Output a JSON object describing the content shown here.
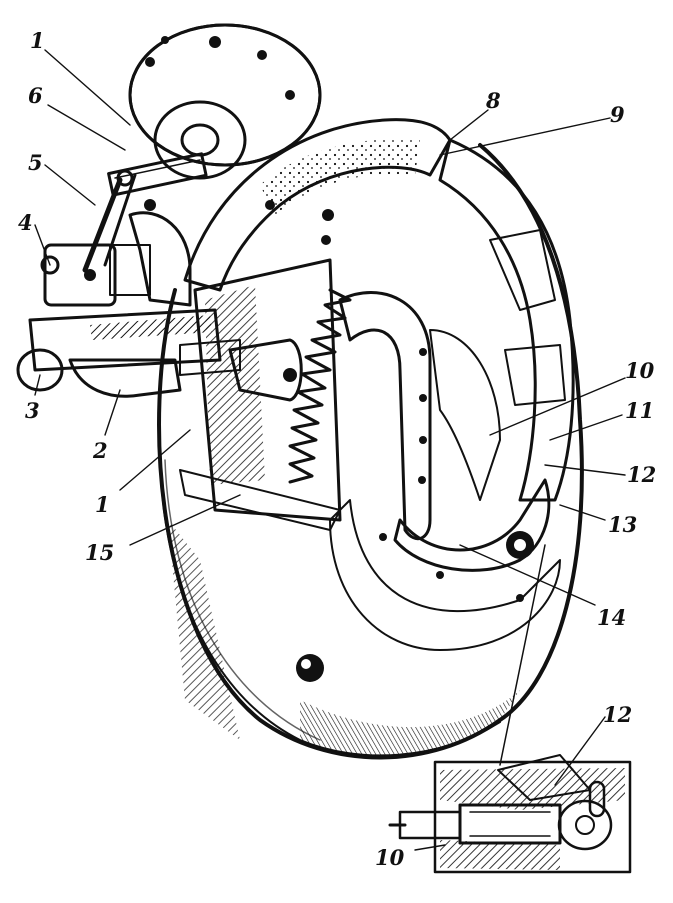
{
  "callouts": {
    "c1_top": "1",
    "c6": "6",
    "c5": "5",
    "c4": "4",
    "c3": "3",
    "c2": "2",
    "c1_bottom": "1",
    "c15": "15",
    "c8": "8",
    "c9": "9",
    "c10_main": "10",
    "c11": "11",
    "c12_main": "12",
    "c13": "13",
    "c14": "14",
    "c12_inset": "12",
    "c10_inset": "10"
  }
}
